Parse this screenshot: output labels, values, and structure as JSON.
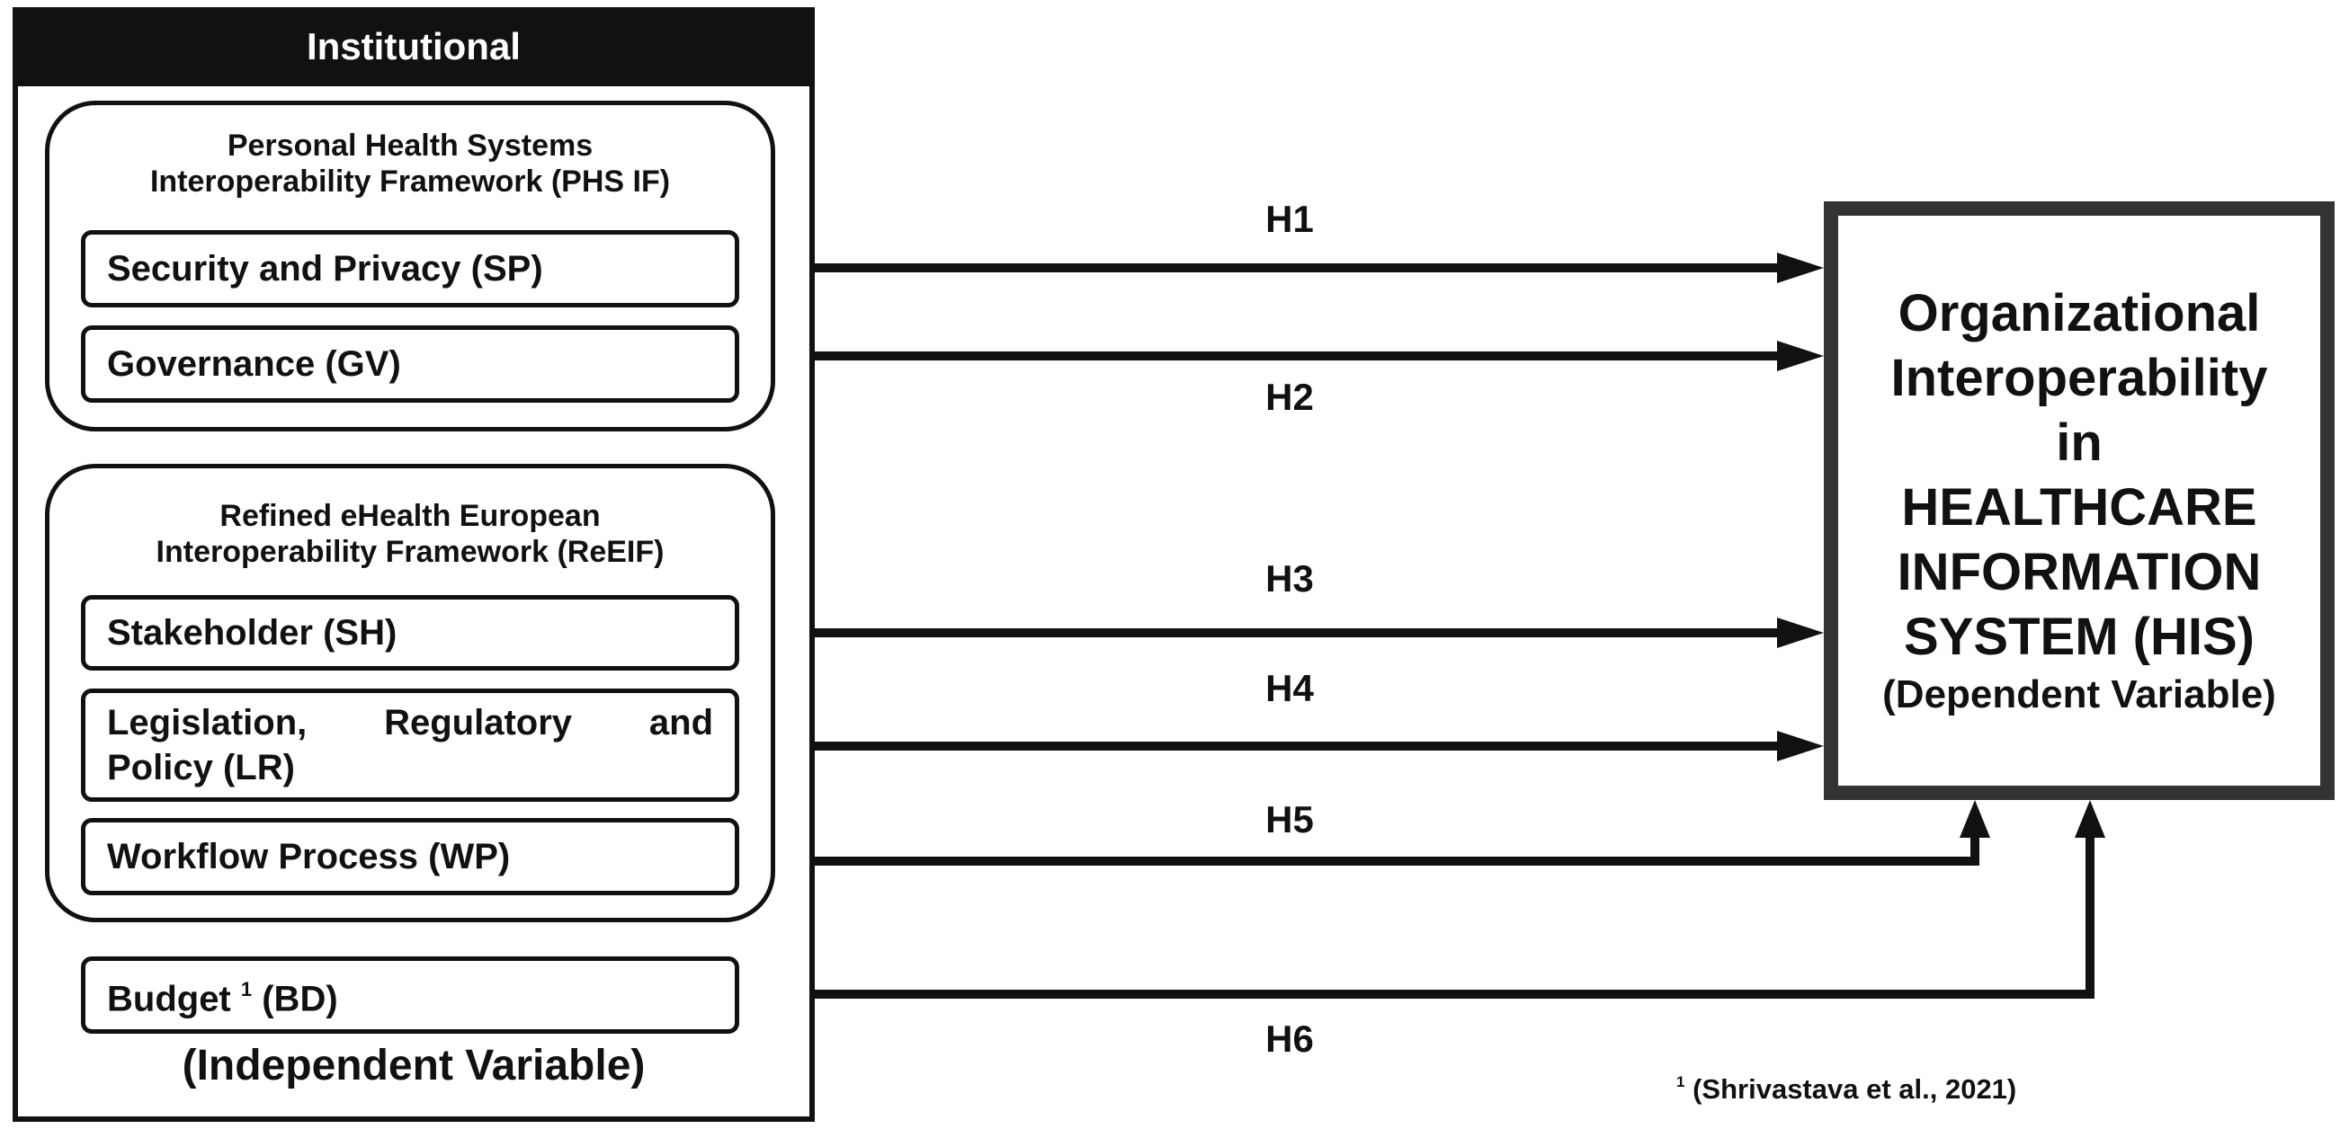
{
  "institutional": {
    "header": "Institutional",
    "phs_group": {
      "title_line1": "Personal Health Systems",
      "title_line2": "Interoperability Framework (PHS IF)",
      "items": [
        {
          "label": "Security and Privacy (SP)"
        },
        {
          "label": "Governance (GV)"
        }
      ]
    },
    "reeif_group": {
      "title_line1": "Refined eHealth European",
      "title_line2": "Interoperability Framework (ReEIF)",
      "items": [
        {
          "label": "Stakeholder (SH)"
        },
        {
          "label_line1": "Legislation, Regulatory and",
          "label_line2": "Policy (LR)"
        },
        {
          "label": "Workflow Process (WP)"
        }
      ]
    },
    "budget": {
      "label_pre": "Budget ",
      "sup": "1",
      "label_post": " (BD)"
    },
    "independent_label": "(Independent Variable)"
  },
  "hypotheses": [
    "H1",
    "H2",
    "H3",
    "H4",
    "H5",
    "H6"
  ],
  "dependent": {
    "lines": [
      "Organizational",
      "Interoperability",
      "in",
      "HEALTHCARE",
      "INFORMATION",
      "SYSTEM (HIS)"
    ],
    "sub": "(Dependent Variable)"
  },
  "footnote": {
    "sup": "1",
    "text": " (Shrivastava et al., 2021)"
  }
}
